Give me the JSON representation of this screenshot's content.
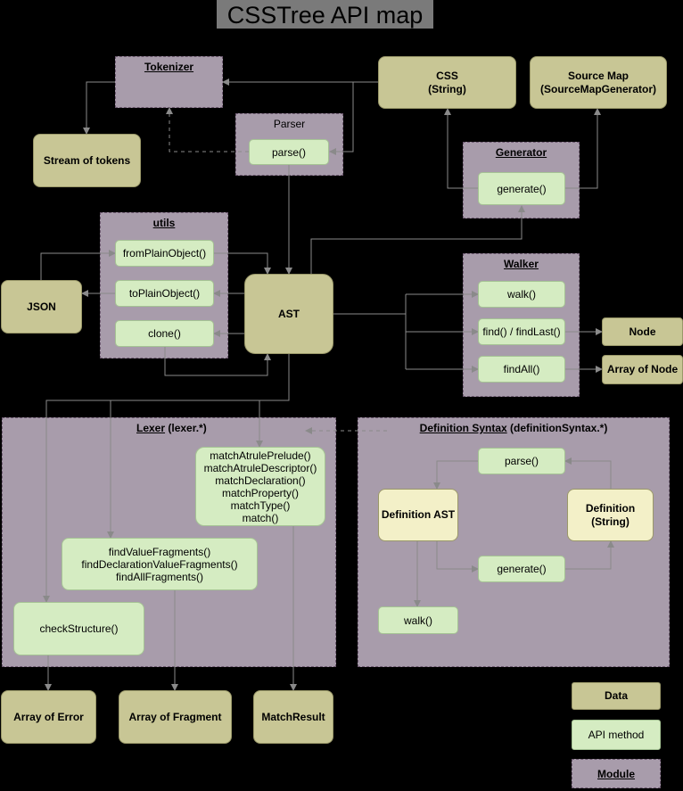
{
  "title": "CSSTree API map",
  "modules": {
    "tokenizer": "Tokenizer",
    "parser": "Parser",
    "generator": "Generator",
    "utils": "utils",
    "walker": "Walker",
    "lexer": {
      "name": "Lexer",
      "suffix": " (lexer.*)"
    },
    "definition_syntax": {
      "name": "Definition Syntax",
      "suffix": " (definitionSyntax.*)"
    }
  },
  "data_nodes": {
    "css": "CSS\n(String)",
    "source_map": "Source Map\n(SourceMapGenerator)",
    "stream_of_tokens": "Stream of tokens",
    "json": "JSON",
    "ast": "AST",
    "node": "Node",
    "array_of_node": "Array of Node",
    "definition_ast": "Definition AST",
    "definition_string": "Definition\n(String)",
    "array_of_error": "Array of Error",
    "array_of_fragment": "Array of Fragment",
    "match_result": "MatchResult"
  },
  "api_methods": {
    "parse": "parse()",
    "generate": "generate()",
    "from_plain_object": "fromPlainObject()",
    "to_plain_object": "toPlainObject()",
    "clone": "clone()",
    "walk": "walk()",
    "find": "find() / findLast()",
    "find_all": "findAll()",
    "lexer_match": "matchAtrulePrelude()\nmatchAtruleDescriptor()\nmatchDeclaration()\nmatchProperty()\nmatchType()\nmatch()",
    "lexer_fragments": "findValueFragments()\nfindDeclarationValueFragments()\nfindAllFragments()",
    "check_structure": "checkStructure()",
    "def_parse": "parse()",
    "def_generate": "generate()",
    "def_walk": "walk()"
  },
  "legend": {
    "data": "Data",
    "api_method": "API method",
    "module": "Module"
  },
  "colors": {
    "data": "#c8c695",
    "api_method": "#d5ecc2",
    "module": "#a89cab",
    "wire": "#8a8a8a"
  }
}
